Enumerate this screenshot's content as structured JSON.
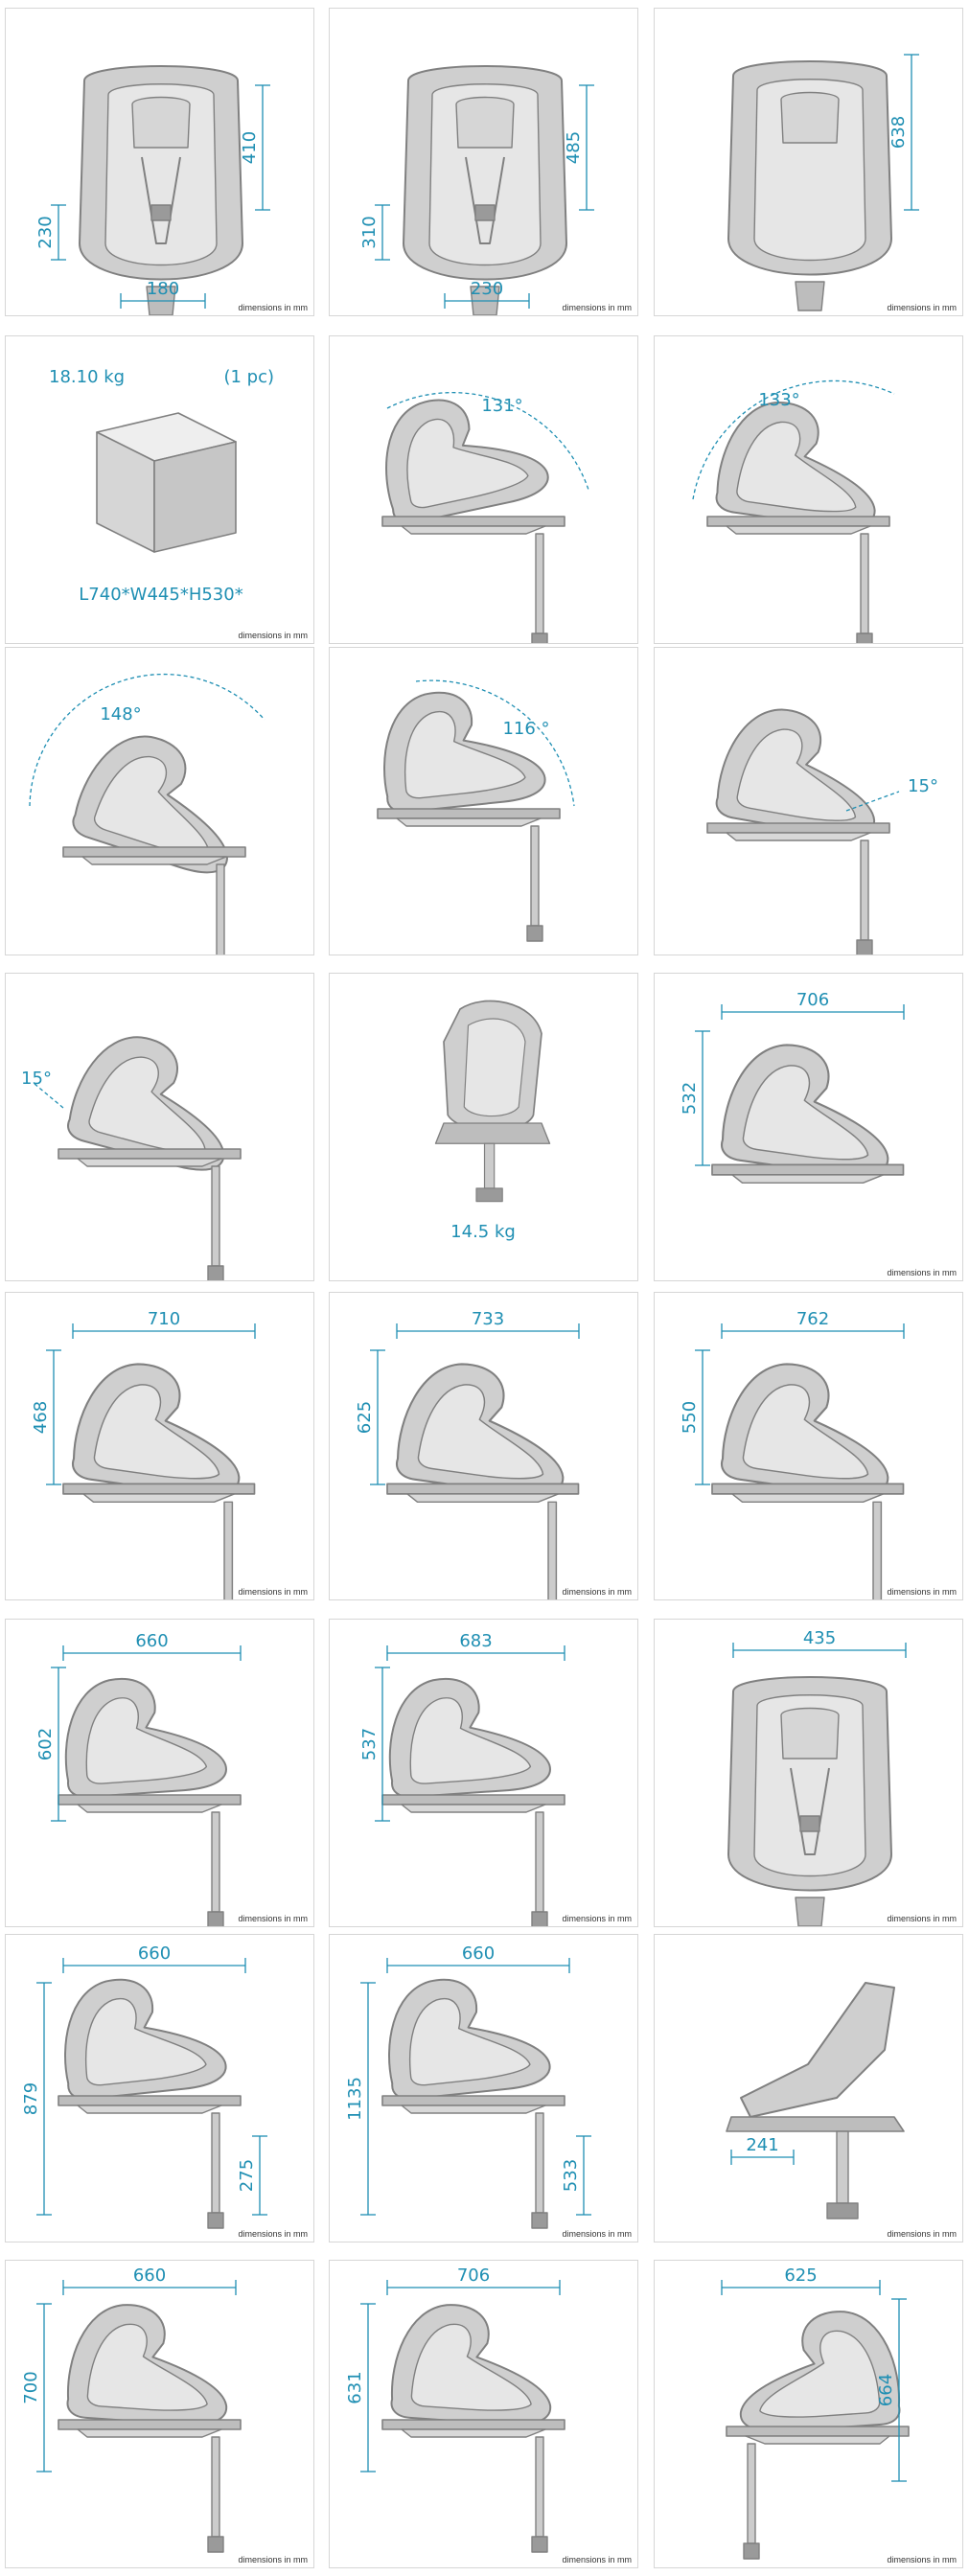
{
  "dimension_note": "dimensions in mm",
  "colors": {
    "accent": "#1f8fb3",
    "seat": "#cfcfcf",
    "seat_stroke": "#808080",
    "frame": "#d6d6d6"
  },
  "panels": [
    {
      "id": "p1",
      "kind": "front",
      "note": true,
      "labels": {
        "h_top": "410",
        "h_side": "230",
        "w_bottom": "180"
      }
    },
    {
      "id": "p2",
      "kind": "front",
      "note": true,
      "labels": {
        "h_top": "485",
        "h_side": "310",
        "w_bottom": "230"
      }
    },
    {
      "id": "p3",
      "kind": "front-back",
      "note": true,
      "labels": {
        "h_top": "638"
      }
    },
    {
      "id": "p4",
      "kind": "box",
      "note": true,
      "labels": {
        "weight": "18.10 kg",
        "qty": "(1 pc)",
        "box_dims": "L740*W445*H530*"
      }
    },
    {
      "id": "p5",
      "kind": "angle-right",
      "note": false,
      "labels": {
        "angle": "131°"
      }
    },
    {
      "id": "p6",
      "kind": "angle-left",
      "note": false,
      "labels": {
        "angle": "133°"
      }
    },
    {
      "id": "p7",
      "kind": "angle-left-wide",
      "note": false,
      "labels": {
        "angle": "148°"
      }
    },
    {
      "id": "p8",
      "kind": "angle-upright",
      "note": false,
      "labels": {
        "angle": "116 °"
      }
    },
    {
      "id": "p9",
      "kind": "tilt-right",
      "note": false,
      "labels": {
        "angle": "15°"
      }
    },
    {
      "id": "p10",
      "kind": "tilt-left",
      "note": false,
      "labels": {
        "angle": "15°"
      }
    },
    {
      "id": "p11",
      "kind": "iso",
      "note": false,
      "labels": {
        "weight": "14.5 kg"
      }
    },
    {
      "id": "p12",
      "kind": "side-dims",
      "note": true,
      "labels": {
        "w": "706",
        "h": "532"
      }
    },
    {
      "id": "p13",
      "kind": "side-dims",
      "note": true,
      "labels": {
        "w": "710",
        "h": "468"
      }
    },
    {
      "id": "p14",
      "kind": "side-dims",
      "note": true,
      "labels": {
        "w": "733",
        "h": "625"
      }
    },
    {
      "id": "p15",
      "kind": "side-dims",
      "note": true,
      "labels": {
        "w": "762",
        "h": "550"
      }
    },
    {
      "id": "p16",
      "kind": "side-upright",
      "note": true,
      "labels": {
        "w": "660",
        "h": "602"
      }
    },
    {
      "id": "p17",
      "kind": "side-upright",
      "note": true,
      "labels": {
        "w": "683",
        "h": "537"
      }
    },
    {
      "id": "p18",
      "kind": "front-width",
      "note": true,
      "labels": {
        "w": "435"
      }
    },
    {
      "id": "p19",
      "kind": "side-full",
      "note": true,
      "labels": {
        "w": "660",
        "h": "879",
        "h_leg": "275"
      }
    },
    {
      "id": "p20",
      "kind": "side-full",
      "note": true,
      "labels": {
        "w": "660",
        "h": "1135",
        "h_leg": "533"
      }
    },
    {
      "id": "p21",
      "kind": "rear-iso",
      "note": true,
      "labels": {
        "w": "241"
      }
    },
    {
      "id": "p22",
      "kind": "side-full2",
      "note": true,
      "labels": {
        "w": "660",
        "h": "700"
      }
    },
    {
      "id": "p23",
      "kind": "side-full2",
      "note": true,
      "labels": {
        "w": "706",
        "h": "631"
      }
    },
    {
      "id": "p24",
      "kind": "side-front",
      "note": true,
      "labels": {
        "w": "625",
        "h": "664"
      }
    }
  ]
}
